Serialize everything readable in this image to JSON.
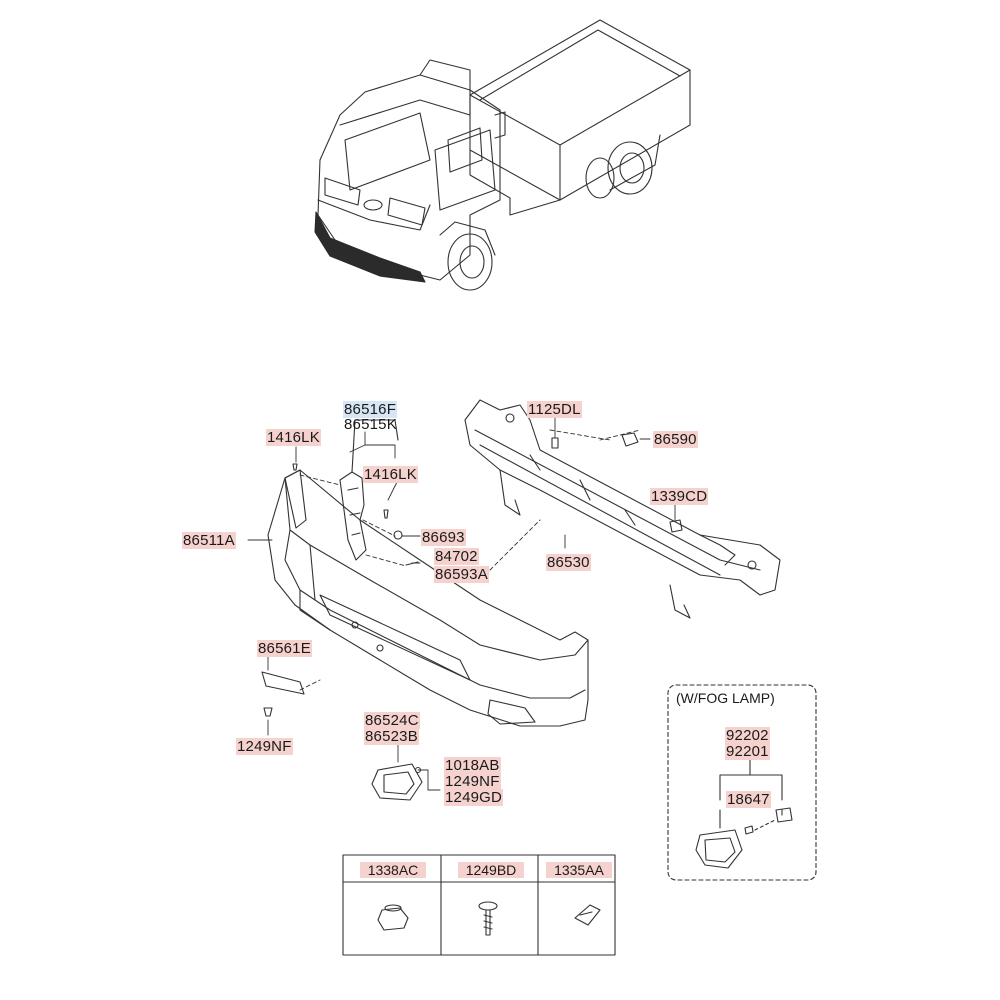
{
  "callouts": {
    "c86516F": "86516F",
    "c86515K": "86515K",
    "c1416LK_a": "1416LK",
    "c1416LK_b": "1416LK",
    "c1125DL": "1125DL",
    "c86590": "86590",
    "c1339CD": "1339CD",
    "c86511A": "86511A",
    "c86693": "86693",
    "c84702": "84702",
    "c86593A": "86593A",
    "c86530": "86530",
    "c86561E": "86561E",
    "c1249NF_a": "1249NF",
    "c86524C": "86524C",
    "c86523B": "86523B",
    "c1018AB": "1018AB",
    "c1249NF_b": "1249NF",
    "c1249GD": "1249GD",
    "c92202": "92202",
    "c92201": "92201",
    "c18647": "18647"
  },
  "fog_box": {
    "caption": "(W/FOG LAMP)"
  },
  "parts_table": {
    "headers": [
      "1338AC",
      "1249BD",
      "1335AA"
    ]
  },
  "colors": {
    "highlight": "#f6d2cf",
    "highlight_blue": "#d7e6f5",
    "line": "#333333"
  }
}
